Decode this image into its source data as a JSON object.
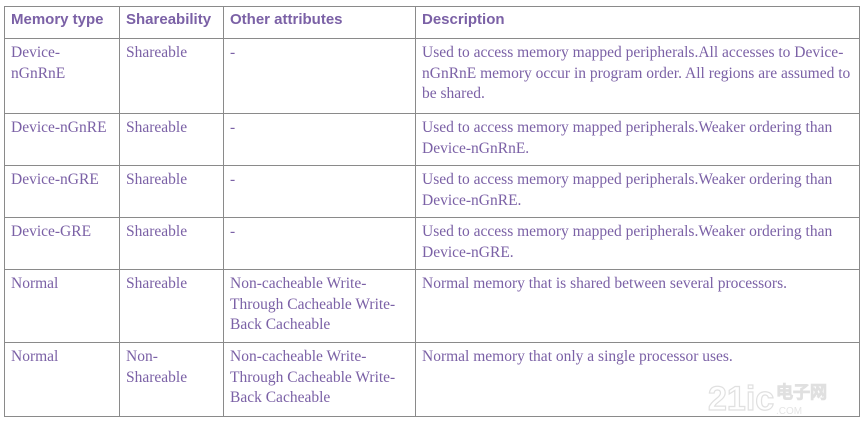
{
  "table": {
    "headers": [
      "Memory type",
      "Shareability",
      "Other attributes",
      "Description"
    ],
    "rows": [
      [
        "Device-nGnRnE",
        "Shareable",
        "-",
        "Used to access memory mapped peripherals.All accesses to Device-nGnRnE memory occur in program order. All regions are assumed to be shared."
      ],
      [
        "Device-nGnRE",
        "Shareable",
        "-",
        "Used to access memory mapped peripherals.Weaker ordering than Device-nGnRnE."
      ],
      [
        "Device-nGRE",
        "Shareable",
        "-",
        "Used to access memory mapped peripherals.Weaker ordering than Device-nGnRE."
      ],
      [
        "Device-GRE",
        "Shareable",
        "-",
        "Used to access memory mapped peripherals.Weaker ordering than Device-nGRE."
      ],
      [
        "Normal",
        "Shareable",
        "Non-cacheable Write-Through Cacheable Write-Back Cacheable",
        "Normal memory that is shared between several processors."
      ],
      [
        "Normal",
        "Non-Shareable",
        "Non-cacheable Write-Through Cacheable Write-Back Cacheable",
        "Normal memory that only a single processor uses."
      ]
    ]
  },
  "watermark": {
    "brand": "21ic",
    "text": "电子网"
  },
  "colors": {
    "text": "#7b61a6",
    "border": "#8a8a8a"
  }
}
